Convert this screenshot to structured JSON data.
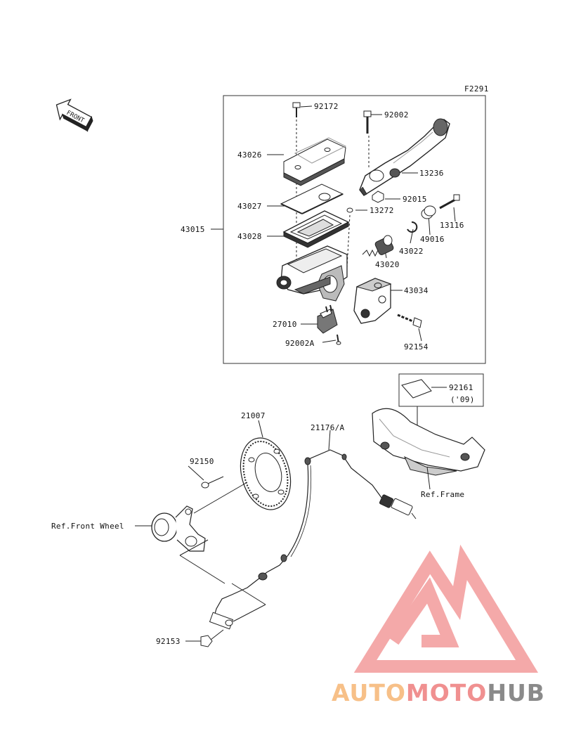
{
  "figure_code": "F2291",
  "front_marker": "FRONT",
  "parts": [
    {
      "id": "p92172",
      "number": "92172"
    },
    {
      "id": "p92002",
      "number": "92002"
    },
    {
      "id": "p43026",
      "number": "43026"
    },
    {
      "id": "p13236",
      "number": "13236"
    },
    {
      "id": "p92015",
      "number": "92015"
    },
    {
      "id": "p43027",
      "number": "43027"
    },
    {
      "id": "p13272",
      "number": "13272"
    },
    {
      "id": "p13116",
      "number": "13116"
    },
    {
      "id": "p43015",
      "number": "43015"
    },
    {
      "id": "p43028",
      "number": "43028"
    },
    {
      "id": "p49016",
      "number": "49016"
    },
    {
      "id": "p43022",
      "number": "43022"
    },
    {
      "id": "p43020",
      "number": "43020"
    },
    {
      "id": "p43034",
      "number": "43034"
    },
    {
      "id": "p27010",
      "number": "27010"
    },
    {
      "id": "p92002A",
      "number": "92002A"
    },
    {
      "id": "p92154",
      "number": "92154"
    },
    {
      "id": "p92161",
      "number": "92161"
    },
    {
      "id": "p92161n",
      "number": "('09)"
    },
    {
      "id": "p21007",
      "number": "21007"
    },
    {
      "id": "p21176",
      "number": "21176/A"
    },
    {
      "id": "p92150",
      "number": "92150"
    },
    {
      "id": "p92153",
      "number": "92153"
    }
  ],
  "references": {
    "front_wheel": "Ref.Front Wheel",
    "frame": "Ref.Frame"
  },
  "watermark": {
    "part1": "AUTO",
    "part2": "MOTO",
    "part3": "HUB"
  },
  "colors": {
    "line": "#222222",
    "watermark_red": "#f09090",
    "watermark_orange": "#f7c088",
    "watermark_gray": "#8a8a8a"
  }
}
